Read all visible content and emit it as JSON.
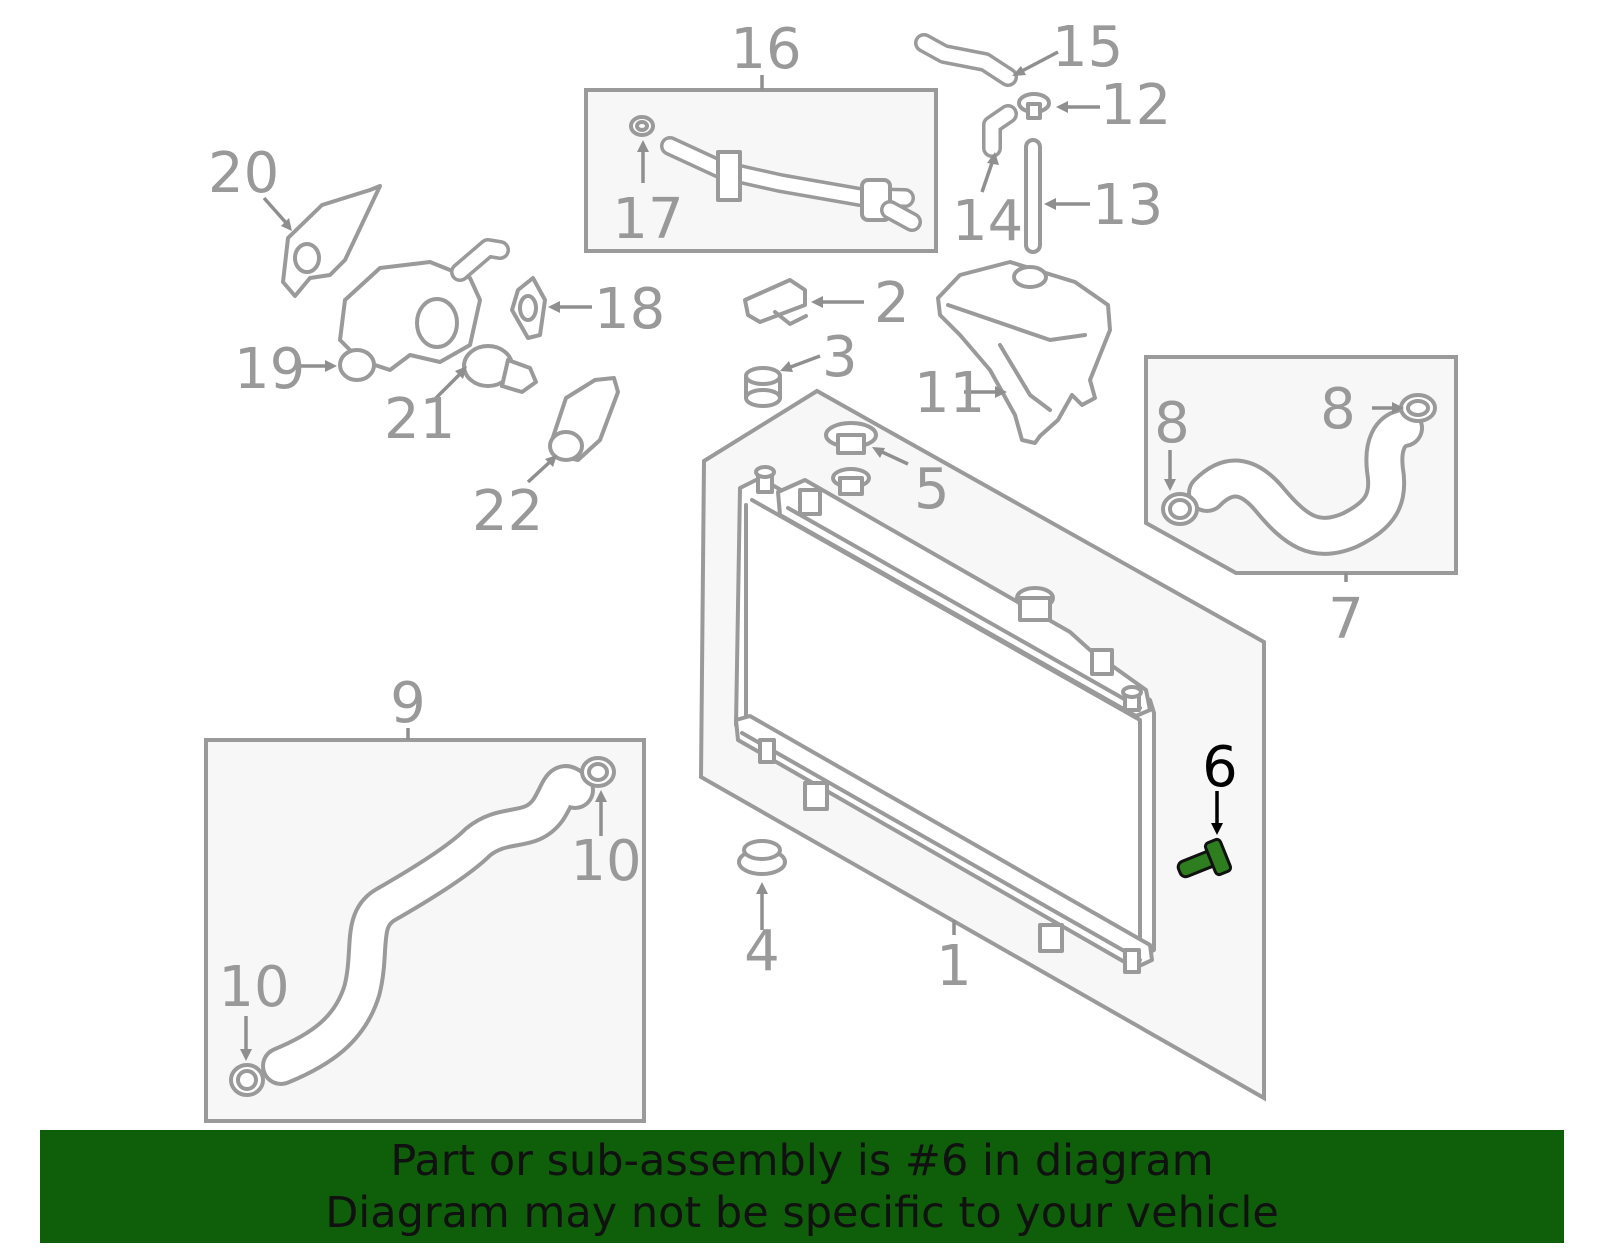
{
  "callouts": {
    "c1": "1",
    "c2": "2",
    "c3": "3",
    "c4": "4",
    "c5": "5",
    "c6": "6",
    "c7": "7",
    "c8a": "8",
    "c8b": "8",
    "c9": "9",
    "c10a": "10",
    "c10b": "10",
    "c11": "11",
    "c12": "12",
    "c13": "13",
    "c14": "14",
    "c15": "15",
    "c16": "16",
    "c17": "17",
    "c18": "18",
    "c19": "19",
    "c20": "20",
    "c21": "21",
    "c22": "22"
  },
  "highlight_part": "6",
  "colors": {
    "line": "#9a9a9a",
    "panel": "#f7f7f7",
    "highlight_part": "#2e7d1e",
    "banner_bg": "#0f5f0a",
    "banner_text": "#111111"
  },
  "banner": {
    "line1": "Part or sub-assembly is #6 in diagram",
    "line2": "Diagram may not be specific to your vehicle"
  }
}
